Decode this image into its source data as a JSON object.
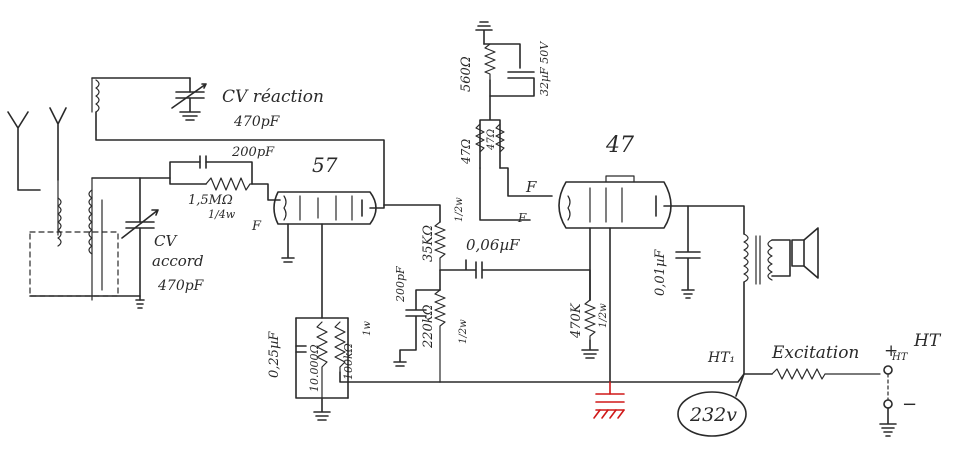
{
  "labels": {
    "cv_reaction": "CV réaction",
    "cv_reaction_value": "470pF",
    "cap_200pf_top": "200pF",
    "tube_57": "57",
    "res_1_5meg": "1,5MΩ",
    "res_1_5meg_power": "1/4w",
    "filament_57": "F",
    "cv_accord_1": "CV",
    "cv_accord_2": "accord",
    "cv_accord_value": "470pF",
    "res_560": "560Ω",
    "cap_32uf": "32µF 50V",
    "res_47_a": "47Ω",
    "res_47_b": "47Ω",
    "filament_47_top": "F",
    "filament_47_side": "F",
    "tube_47": "47",
    "res_35k": "35KΩ",
    "res_35k_power": "1/2w",
    "cap_006": "0,06µF",
    "cap_200pf_mid": "200pF",
    "res_220k": "220kΩ",
    "res_220k_power": "1/2w",
    "cap_025": "0,25µF",
    "res_10000": "10.000Ω",
    "res_100k": "100kΩ",
    "res_100k_power": "1w",
    "res_470k": "470K",
    "res_470k_power": "1/2w",
    "cap_001": "0,01µF",
    "ht1": "HT₁",
    "excitation": "Excitation",
    "plus": "+",
    "ht_small": "HT",
    "ht": "HT",
    "minus": "−",
    "voltage": "232v"
  }
}
